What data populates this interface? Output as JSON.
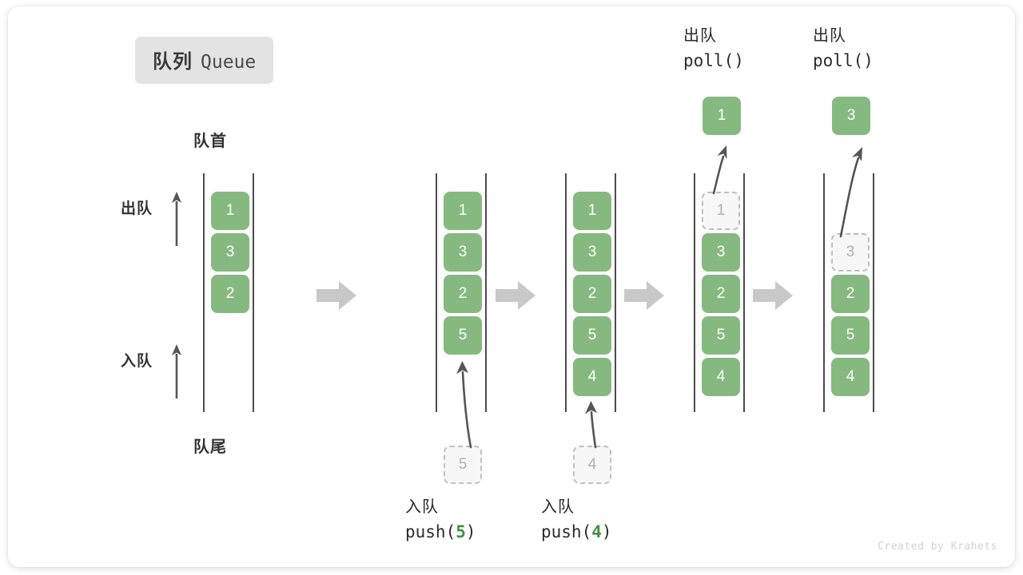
{
  "title": {
    "cn": "队列",
    "en": "Queue"
  },
  "labels": {
    "head": "队首",
    "tail": "队尾"
  },
  "side_ops": [
    {
      "name": "dequeue",
      "text": "出队"
    },
    {
      "name": "enqueue",
      "text": "入队"
    }
  ],
  "colors": {
    "cell_fill": "#86b97f",
    "cell_text": "#ffffff",
    "ghost_fill": "#f7f7f7",
    "ghost_border": "#bfbfbf",
    "ghost_text": "#b0b0b0",
    "rail": "#4c4c4c",
    "step_arrow": "#c8c8c8",
    "curve_arrow": "#555555",
    "badge_bg": "#e3e3e3",
    "accent_green": "#3f9142"
  },
  "columns": [
    {
      "name": "initial-queue",
      "cells": [
        {
          "value": "1",
          "state": "filled"
        },
        {
          "value": "3",
          "state": "filled"
        },
        {
          "value": "2",
          "state": "filled"
        }
      ]
    },
    {
      "name": "after-push-5",
      "cells": [
        {
          "value": "1",
          "state": "filled"
        },
        {
          "value": "3",
          "state": "filled"
        },
        {
          "value": "2",
          "state": "filled"
        },
        {
          "value": "5",
          "state": "filled"
        }
      ],
      "incoming": {
        "value": "5",
        "state": "ghost"
      },
      "caption": {
        "position": "bottom",
        "cn": "入队",
        "fn": "push(",
        "arg": "5",
        "fn_end": ")"
      }
    },
    {
      "name": "after-push-4",
      "cells": [
        {
          "value": "1",
          "state": "filled"
        },
        {
          "value": "3",
          "state": "filled"
        },
        {
          "value": "2",
          "state": "filled"
        },
        {
          "value": "5",
          "state": "filled"
        },
        {
          "value": "4",
          "state": "filled"
        }
      ],
      "incoming": {
        "value": "4",
        "state": "ghost"
      },
      "caption": {
        "position": "bottom",
        "cn": "入队",
        "fn": "push(",
        "arg": "4",
        "fn_end": ")"
      }
    },
    {
      "name": "after-poll-1",
      "cells": [
        {
          "value": "1",
          "state": "ghost"
        },
        {
          "value": "3",
          "state": "filled"
        },
        {
          "value": "2",
          "state": "filled"
        },
        {
          "value": "5",
          "state": "filled"
        },
        {
          "value": "4",
          "state": "filled"
        }
      ],
      "popped": {
        "value": "1"
      },
      "caption": {
        "position": "top",
        "cn": "出队",
        "fn": "poll(",
        "arg": "",
        "fn_end": ")"
      }
    },
    {
      "name": "after-poll-3",
      "cells": [
        {
          "value": "",
          "state": "empty"
        },
        {
          "value": "3",
          "state": "ghost"
        },
        {
          "value": "2",
          "state": "filled"
        },
        {
          "value": "5",
          "state": "filled"
        },
        {
          "value": "4",
          "state": "filled"
        }
      ],
      "popped": {
        "value": "3"
      },
      "caption": {
        "position": "top",
        "cn": "出队",
        "fn": "poll(",
        "arg": "",
        "fn_end": ")"
      }
    }
  ],
  "step_arrow_count": 4,
  "watermark": "Created by Krahets"
}
